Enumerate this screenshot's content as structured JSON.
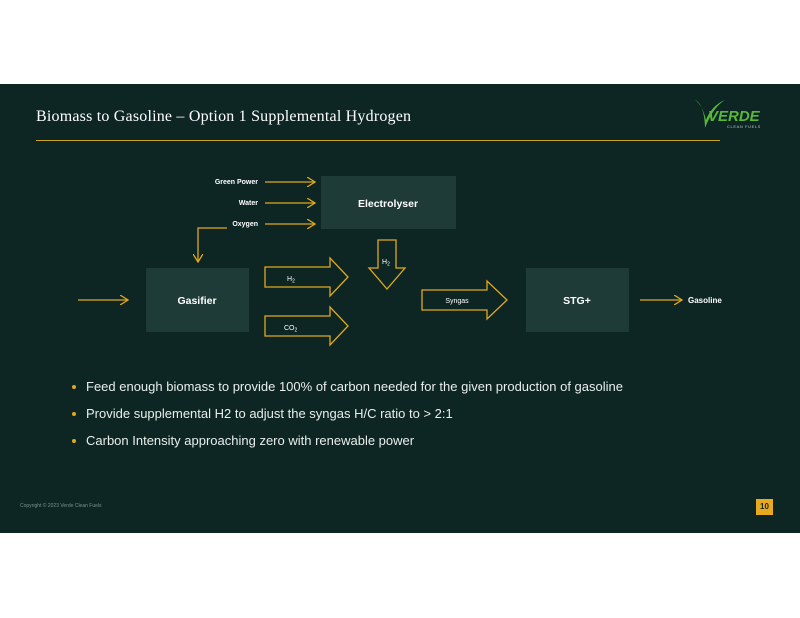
{
  "slide": {
    "title": "Biomass to Gasoline – Option 1 Supplemental Hydrogen",
    "logo": {
      "text": "VERDE",
      "subtext": "CLEAN FUELS"
    },
    "copyright": "Copyright © 2023 Verde Clean Fuels",
    "page_number": "10"
  },
  "diagram": {
    "boxes": {
      "electrolyser": "Electrolyser",
      "gasifier": "Gasifier",
      "stg": "STG+"
    },
    "inputs": {
      "green_power": "Green Power",
      "water": "Water",
      "oxygen": "Oxygen"
    },
    "flows": {
      "h2_down": "H",
      "h2_down_sub": "2",
      "h2": "H",
      "h2_sub": "2",
      "co2": "CO",
      "co2_sub": "2",
      "syngas": "Syngas"
    },
    "output": "Gasoline"
  },
  "bullets": [
    "Feed enough biomass to provide 100% of carbon needed for the given production of gasoline",
    "Provide supplemental H2 to adjust the syngas H/C ratio to > 2:1",
    "Carbon Intensity approaching zero with renewable power"
  ],
  "colors": {
    "background": "#0d2624",
    "box": "#1f3b38",
    "accent": "#e0a81e",
    "rule": "#c9a227",
    "logo_green": "#59b83a"
  }
}
